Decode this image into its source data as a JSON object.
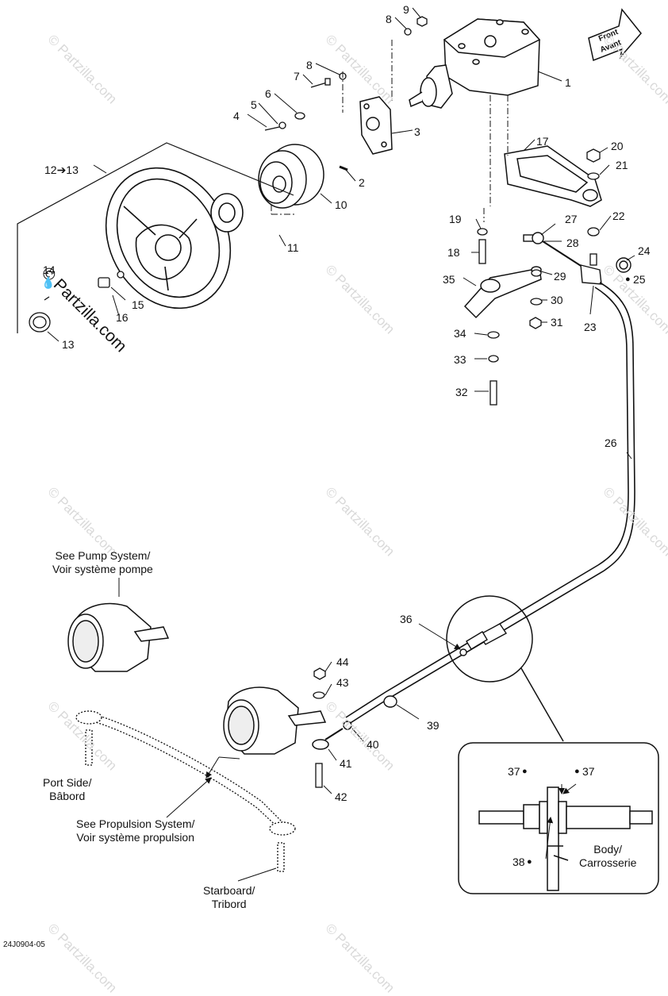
{
  "diagram": {
    "ref_code": "24J0904-05",
    "front_arrow": {
      "line1": "Front",
      "line2": "Avant"
    },
    "watermark": "© Partzilla.com",
    "callouts": {
      "c1": "1",
      "c2": "2",
      "c3": "3",
      "c4": "4",
      "c5": "5",
      "c6": "6",
      "c7": "7",
      "c8a": "8",
      "c8b": "8",
      "c9": "9",
      "c10": "10",
      "c11": "11",
      "c12": "12➔13",
      "c13": "13",
      "c14": "14",
      "c15": "15",
      "c16": "16",
      "c17": "17",
      "c18": "18",
      "c19": "19",
      "c20": "20",
      "c21": "21",
      "c22": "22",
      "c23": "23",
      "c24": "24",
      "c25": "25",
      "c26": "26",
      "c27": "27",
      "c28": "28",
      "c29": "29",
      "c30": "30",
      "c31": "31",
      "c32": "32",
      "c33": "33",
      "c34": "34",
      "c35": "35",
      "c36": "36",
      "c37a": "37",
      "c37b": "37",
      "c38": "38",
      "c39": "39",
      "c40": "40",
      "c41": "41",
      "c42": "42",
      "c43": "43",
      "c44": "44"
    },
    "notes": {
      "pump": "See Pump System/\nVoir système pompe",
      "port": "Port Side/\nBâbord",
      "propulsion": "See Propulsion System/\nVoir système propulsion",
      "starboard": "Starboard/\nTribord",
      "body": "Body/\nCarrosserie"
    }
  }
}
